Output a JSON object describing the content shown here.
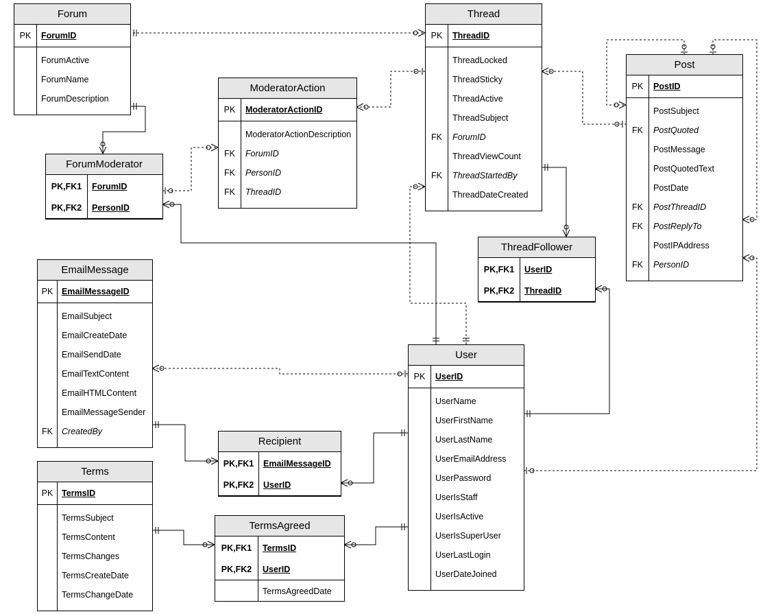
{
  "entities": {
    "forum": {
      "title": "Forum",
      "pk": [
        {
          "k": "PK",
          "f": "ForumID"
        }
      ],
      "fields": [
        {
          "k": "",
          "f": "ForumActive"
        },
        {
          "k": "",
          "f": "ForumName"
        },
        {
          "k": "",
          "f": "ForumDescription"
        }
      ]
    },
    "thread": {
      "title": "Thread",
      "pk": [
        {
          "k": "PK",
          "f": "ThreadID"
        }
      ],
      "fields": [
        {
          "k": "",
          "f": "ThreadLocked"
        },
        {
          "k": "",
          "f": "ThreadSticky"
        },
        {
          "k": "",
          "f": "ThreadActive"
        },
        {
          "k": "",
          "f": "ThreadSubject"
        },
        {
          "k": "FK",
          "f": "ForumID"
        },
        {
          "k": "",
          "f": "ThreadViewCount"
        },
        {
          "k": "FK",
          "f": "ThreadStartedBy"
        },
        {
          "k": "",
          "f": "ThreadDateCreated"
        }
      ]
    },
    "post": {
      "title": "Post",
      "pk": [
        {
          "k": "PK",
          "f": "PostID"
        }
      ],
      "fields": [
        {
          "k": "",
          "f": "PostSubject"
        },
        {
          "k": "FK",
          "f": "PostQuoted"
        },
        {
          "k": "",
          "f": "PostMessage"
        },
        {
          "k": "",
          "f": "PostQuotedText"
        },
        {
          "k": "",
          "f": "PostDate"
        },
        {
          "k": "FK",
          "f": "PostThreadID"
        },
        {
          "k": "FK",
          "f": "PostReplyTo"
        },
        {
          "k": "",
          "f": "PostIPAddress"
        },
        {
          "k": "FK",
          "f": "PersonID"
        }
      ]
    },
    "moderator_action": {
      "title": "ModeratorAction",
      "pk": [
        {
          "k": "PK",
          "f": "ModeratorActionID"
        }
      ],
      "fields": [
        {
          "k": "",
          "f": "ModeratorActionDescription"
        },
        {
          "k": "FK",
          "f": "ForumID"
        },
        {
          "k": "FK",
          "f": "PersonID"
        },
        {
          "k": "FK",
          "f": "ThreadID"
        }
      ]
    },
    "forum_moderator": {
      "title": "ForumModerator",
      "pk": [
        {
          "k": "PK,FK1",
          "f": "ForumID"
        },
        {
          "k": "PK,FK2",
          "f": "PersonID"
        }
      ],
      "fields": []
    },
    "thread_follower": {
      "title": "ThreadFollower",
      "pk": [
        {
          "k": "PK,FK1",
          "f": "UserID"
        },
        {
          "k": "PK,FK2",
          "f": "ThreadID"
        }
      ],
      "fields": []
    },
    "email_message": {
      "title": "EmailMessage",
      "pk": [
        {
          "k": "PK",
          "f": "EmailMessageID"
        }
      ],
      "fields": [
        {
          "k": "",
          "f": "EmailSubject"
        },
        {
          "k": "",
          "f": "EmailCreateDate"
        },
        {
          "k": "",
          "f": "EmailSendDate"
        },
        {
          "k": "",
          "f": "EmailTextContent"
        },
        {
          "k": "",
          "f": "EmailHTMLContent"
        },
        {
          "k": "",
          "f": "EmailMessageSender"
        },
        {
          "k": "FK",
          "f": "CreatedBy"
        }
      ]
    },
    "user": {
      "title": "User",
      "pk": [
        {
          "k": "PK",
          "f": "UserID"
        }
      ],
      "fields": [
        {
          "k": "",
          "f": "UserName"
        },
        {
          "k": "",
          "f": "UserFirstName"
        },
        {
          "k": "",
          "f": "UserLastName"
        },
        {
          "k": "",
          "f": "UserEmailAddress"
        },
        {
          "k": "",
          "f": "UserPassword"
        },
        {
          "k": "",
          "f": "UserIsStaff"
        },
        {
          "k": "",
          "f": "UserIsActive"
        },
        {
          "k": "",
          "f": "UserIsSuperUser"
        },
        {
          "k": "",
          "f": "UserLastLogin"
        },
        {
          "k": "",
          "f": "UserDateJoined"
        }
      ]
    },
    "recipient": {
      "title": "Recipient",
      "pk": [
        {
          "k": "PK,FK1",
          "f": "EmailMessageID"
        },
        {
          "k": "PK,FK2",
          "f": "UserID"
        }
      ],
      "fields": []
    },
    "terms": {
      "title": "Terms",
      "pk": [
        {
          "k": "PK",
          "f": "TermsID"
        }
      ],
      "fields": [
        {
          "k": "",
          "f": "TermsSubject"
        },
        {
          "k": "",
          "f": "TermsContent"
        },
        {
          "k": "",
          "f": "TermsChanges"
        },
        {
          "k": "",
          "f": "TermsCreateDate"
        },
        {
          "k": "",
          "f": "TermsChangeDate"
        }
      ]
    },
    "terms_agreed": {
      "title": "TermsAgreed",
      "pk": [
        {
          "k": "PK,FK1",
          "f": "TermsID"
        },
        {
          "k": "PK,FK2",
          "f": "UserID"
        }
      ],
      "fields": [],
      "extra": [
        {
          "k": "",
          "f": "TermsAgreedDate"
        }
      ]
    }
  },
  "relationships": [
    {
      "from": "Forum.ForumID",
      "to": "Thread.ForumID",
      "from_end": "one",
      "to_end": "zero-or-many",
      "identifying": false
    },
    {
      "from": "Forum.ForumID",
      "to": "ForumModerator.ForumID",
      "from_end": "one",
      "to_end": "zero-or-many",
      "identifying": true
    },
    {
      "from": "Thread.ThreadID",
      "to": "ModeratorAction.ThreadID",
      "from_end": "zero-or-one",
      "to_end": "zero-or-many",
      "identifying": false
    },
    {
      "from": "ForumModerator",
      "to": "ModeratorAction",
      "from_end": "zero-or-one",
      "to_end": "zero-or-many",
      "identifying": false
    },
    {
      "from": "Thread.ThreadID",
      "to": "Post.PostThreadID",
      "from_end": "one",
      "to_end": "zero-or-many",
      "identifying": false
    },
    {
      "from": "Post.PostID",
      "to": "Post.PostQuoted",
      "from_end": "zero-or-one",
      "to_end": "zero-or-many",
      "identifying": false
    },
    {
      "from": "Post.PostID",
      "to": "Post.PostReplyTo",
      "from_end": "zero-or-one",
      "to_end": "zero-or-many",
      "identifying": false
    },
    {
      "from": "Thread.ThreadID",
      "to": "ThreadFollower.ThreadID",
      "from_end": "one",
      "to_end": "zero-or-many",
      "identifying": true
    },
    {
      "from": "User.UserID",
      "to": "ThreadFollower.UserID",
      "from_end": "one",
      "to_end": "zero-or-many",
      "identifying": true
    },
    {
      "from": "User.UserID",
      "to": "Thread.ThreadStartedBy",
      "from_end": "one",
      "to_end": "zero-or-many",
      "identifying": false
    },
    {
      "from": "User.UserID",
      "to": "ForumModerator.PersonID",
      "from_end": "one",
      "to_end": "zero-or-many",
      "identifying": true
    },
    {
      "from": "User.UserID",
      "to": "Post.PersonID",
      "from_end": "zero-or-one",
      "to_end": "zero-or-many",
      "identifying": false
    },
    {
      "from": "User.UserID",
      "to": "EmailMessage.CreatedBy",
      "from_end": "zero-or-one",
      "to_end": "zero-or-many",
      "identifying": false
    },
    {
      "from": "EmailMessage.EmailMessageID",
      "to": "Recipient.EmailMessageID",
      "from_end": "one",
      "to_end": "zero-or-many",
      "identifying": true
    },
    {
      "from": "User.UserID",
      "to": "Recipient.UserID",
      "from_end": "one",
      "to_end": "zero-or-many",
      "identifying": true
    },
    {
      "from": "Terms.TermsID",
      "to": "TermsAgreed.TermsID",
      "from_end": "one",
      "to_end": "zero-or-many",
      "identifying": true
    },
    {
      "from": "User.UserID",
      "to": "TermsAgreed.UserID",
      "from_end": "one",
      "to_end": "zero-or-many",
      "identifying": true
    }
  ],
  "colors": {
    "header_fill": "#e6e6e6",
    "line": "#000000",
    "background": "#ffffff"
  }
}
